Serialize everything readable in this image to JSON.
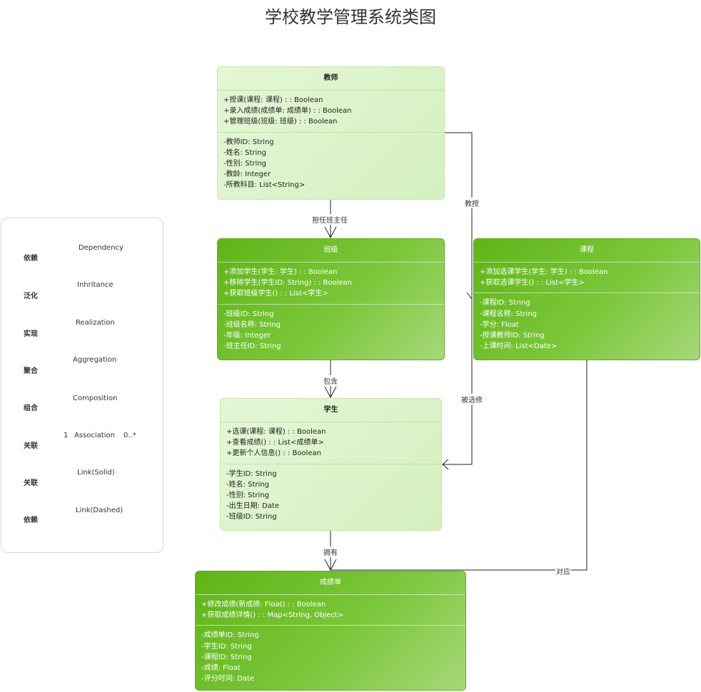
{
  "title": "学校教学管理系统类图",
  "classes": {
    "teacher": {
      "name": "教师",
      "methods": [
        "+授课(课程: 课程) : : Boolean",
        "+录入成绩(成绩单: 成绩单) : : Boolean",
        "+管理班级(班级: 班级) : : Boolean"
      ],
      "attributes": [
        "-教师ID: String",
        "-姓名: String",
        "-性别: String",
        "-教龄: Integer",
        "-所教科目: List<String>"
      ]
    },
    "class": {
      "name": "班级",
      "methods": [
        "+添加学生(学生: 学生) : : Boolean",
        "+移除学生(学生ID: String) : : Boolean",
        "+获取班级学生() : : List<学生>"
      ],
      "attributes": [
        "-班级ID: String",
        "-班级名称: String",
        "-年级: Integer",
        "-班主任ID: String"
      ]
    },
    "course": {
      "name": "课程",
      "methods": [
        "+添加选课学生(学生: 学生) : : Boolean",
        "+获取选课学生() : : List<学生>"
      ],
      "attributes": [
        "-课程ID: String",
        "-课程名称: String",
        "-学分: Float",
        "-授课教师ID: String",
        "-上课时间: List<Date>"
      ]
    },
    "student": {
      "name": "学生",
      "methods": [
        "+选课(课程: 课程) : : Boolean",
        "+查看成绩() : : List<成绩单>",
        "+更新个人信息() : : Boolean"
      ],
      "attributes": [
        "-学生ID: String",
        "-姓名: String",
        "-性别: String",
        "-出生日期: Date",
        "-班级ID: String"
      ]
    },
    "grade": {
      "name": "成绩单",
      "methods": [
        "+修改成绩(新成绩: Float) : : Boolean",
        "+获取成绩详情() : : Map<String, Object>"
      ],
      "attributes": [
        "-成绩单ID: String",
        "-学生ID: String",
        "-课程ID: String",
        "-成绩: Float",
        "-评分时间: Date"
      ]
    }
  },
  "relations": {
    "teacher_class": "担任班主任",
    "teacher_course": "教授",
    "class_student": "包含",
    "course_student": "被选修",
    "student_grade": "拥有",
    "course_grade": "对应"
  },
  "legend": [
    {
      "label": "依赖",
      "name": "Dependency"
    },
    {
      "label": "泛化",
      "name": "Inhritance"
    },
    {
      "label": "实现",
      "name": "Realization"
    },
    {
      "label": "聚合",
      "name": "Aggregation"
    },
    {
      "label": "组合",
      "name": "Composition"
    },
    {
      "label": "关联",
      "name": "Association",
      "mult_left": "1",
      "mult_right": "0..*"
    },
    {
      "label": "关联",
      "name": "Link(Solid)"
    },
    {
      "label": "依赖",
      "name": "Link(Dashed)"
    }
  ]
}
